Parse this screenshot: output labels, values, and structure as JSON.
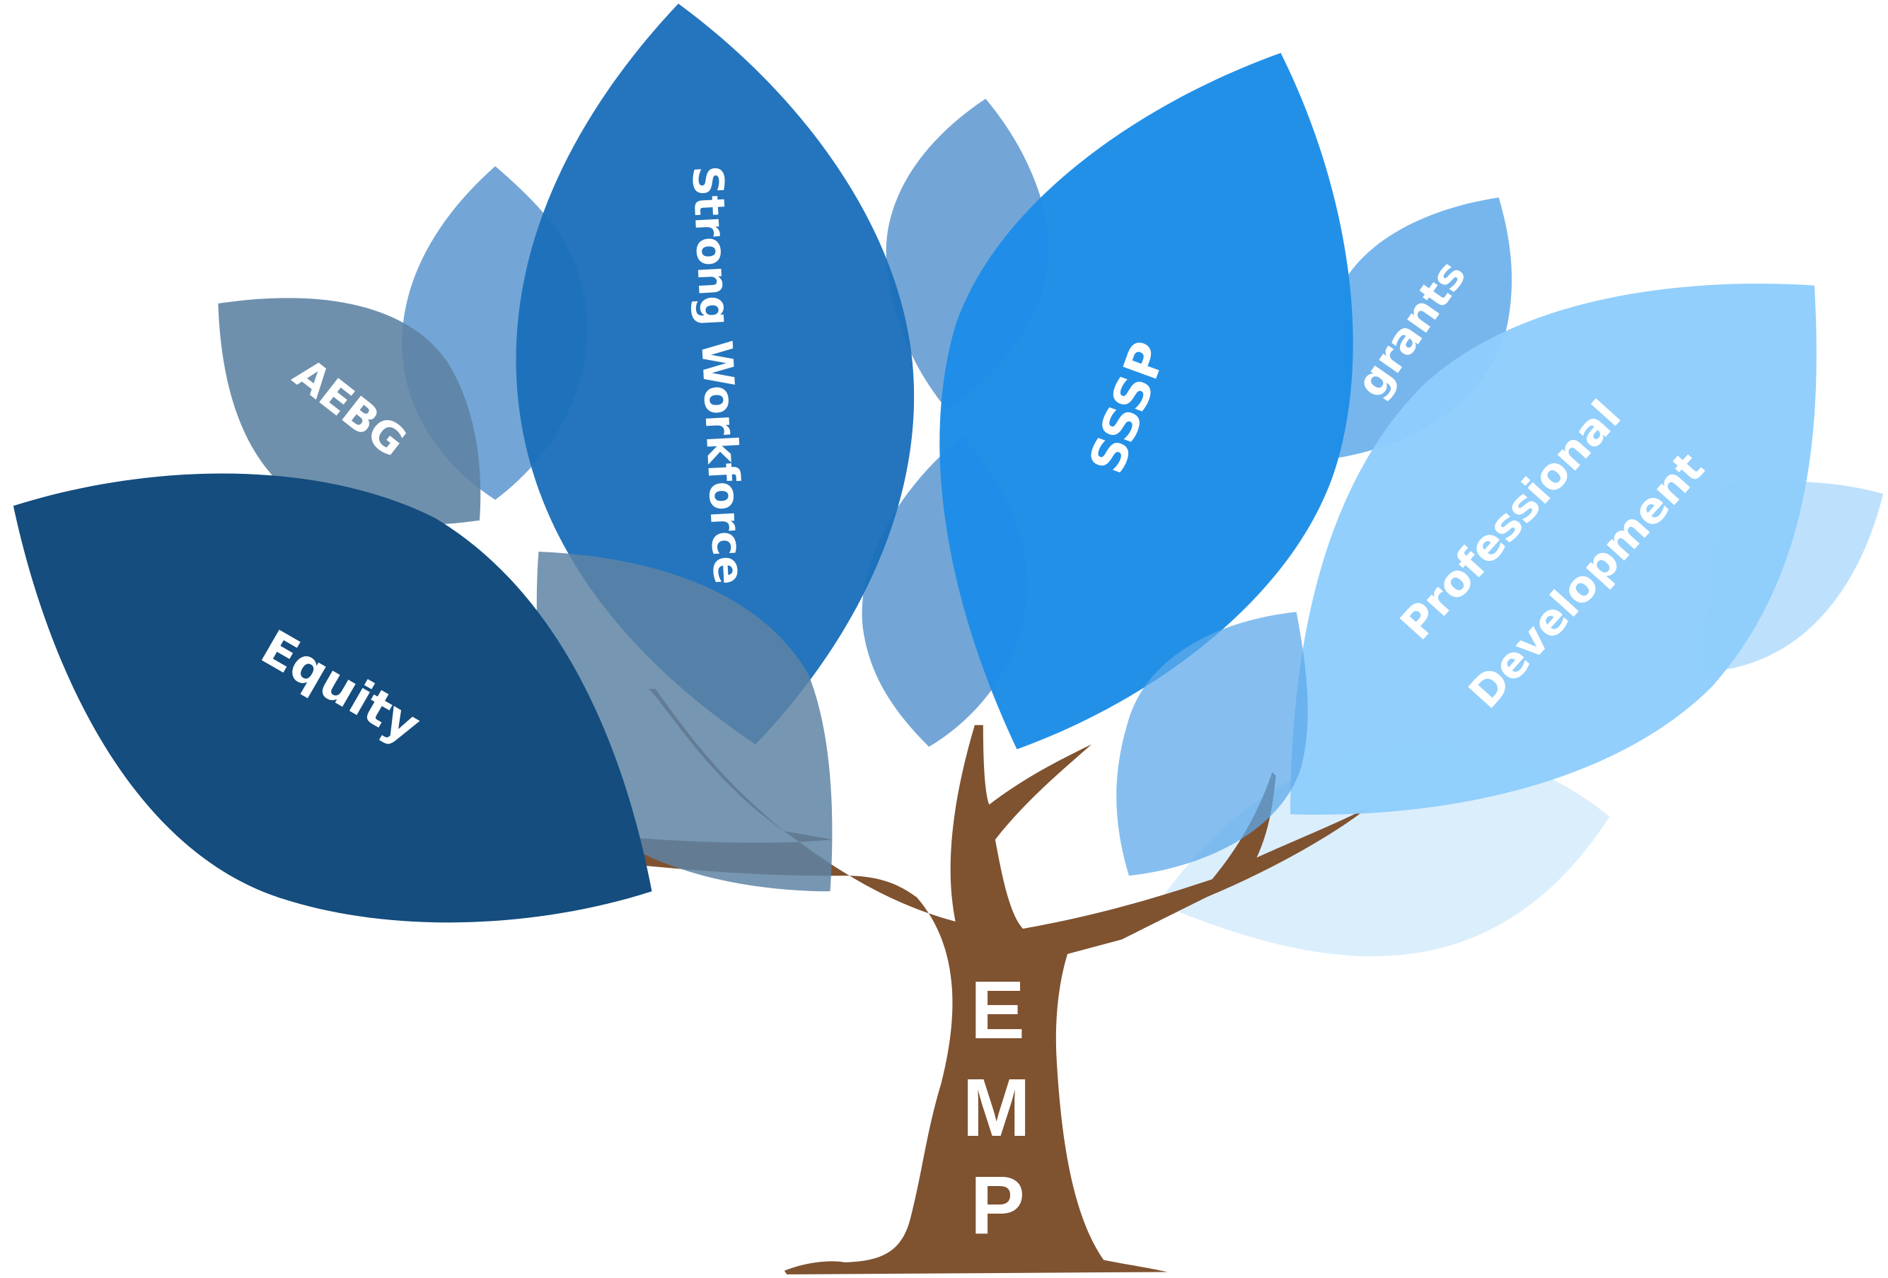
{
  "tree": {
    "trunk_letters": [
      "E",
      "M",
      "P"
    ],
    "leaves": {
      "equity": "Equity",
      "aebg": "AEBG",
      "strong_workforce": "Strong Workforce",
      "sssp": "SSSP",
      "grants": "grants",
      "professional_development_line1": "Professional",
      "professional_development_line2": "Development"
    },
    "colors": {
      "trunk": "#7f5230",
      "equity": "#144d7e",
      "aebg": "#5e84a4",
      "strong_workforce": "#1b6fba",
      "sssp": "#1f8ee8",
      "grants": "#5ea9ea",
      "professional_development": "#8ecdfc",
      "light_leaf": "#d9edfc"
    }
  }
}
